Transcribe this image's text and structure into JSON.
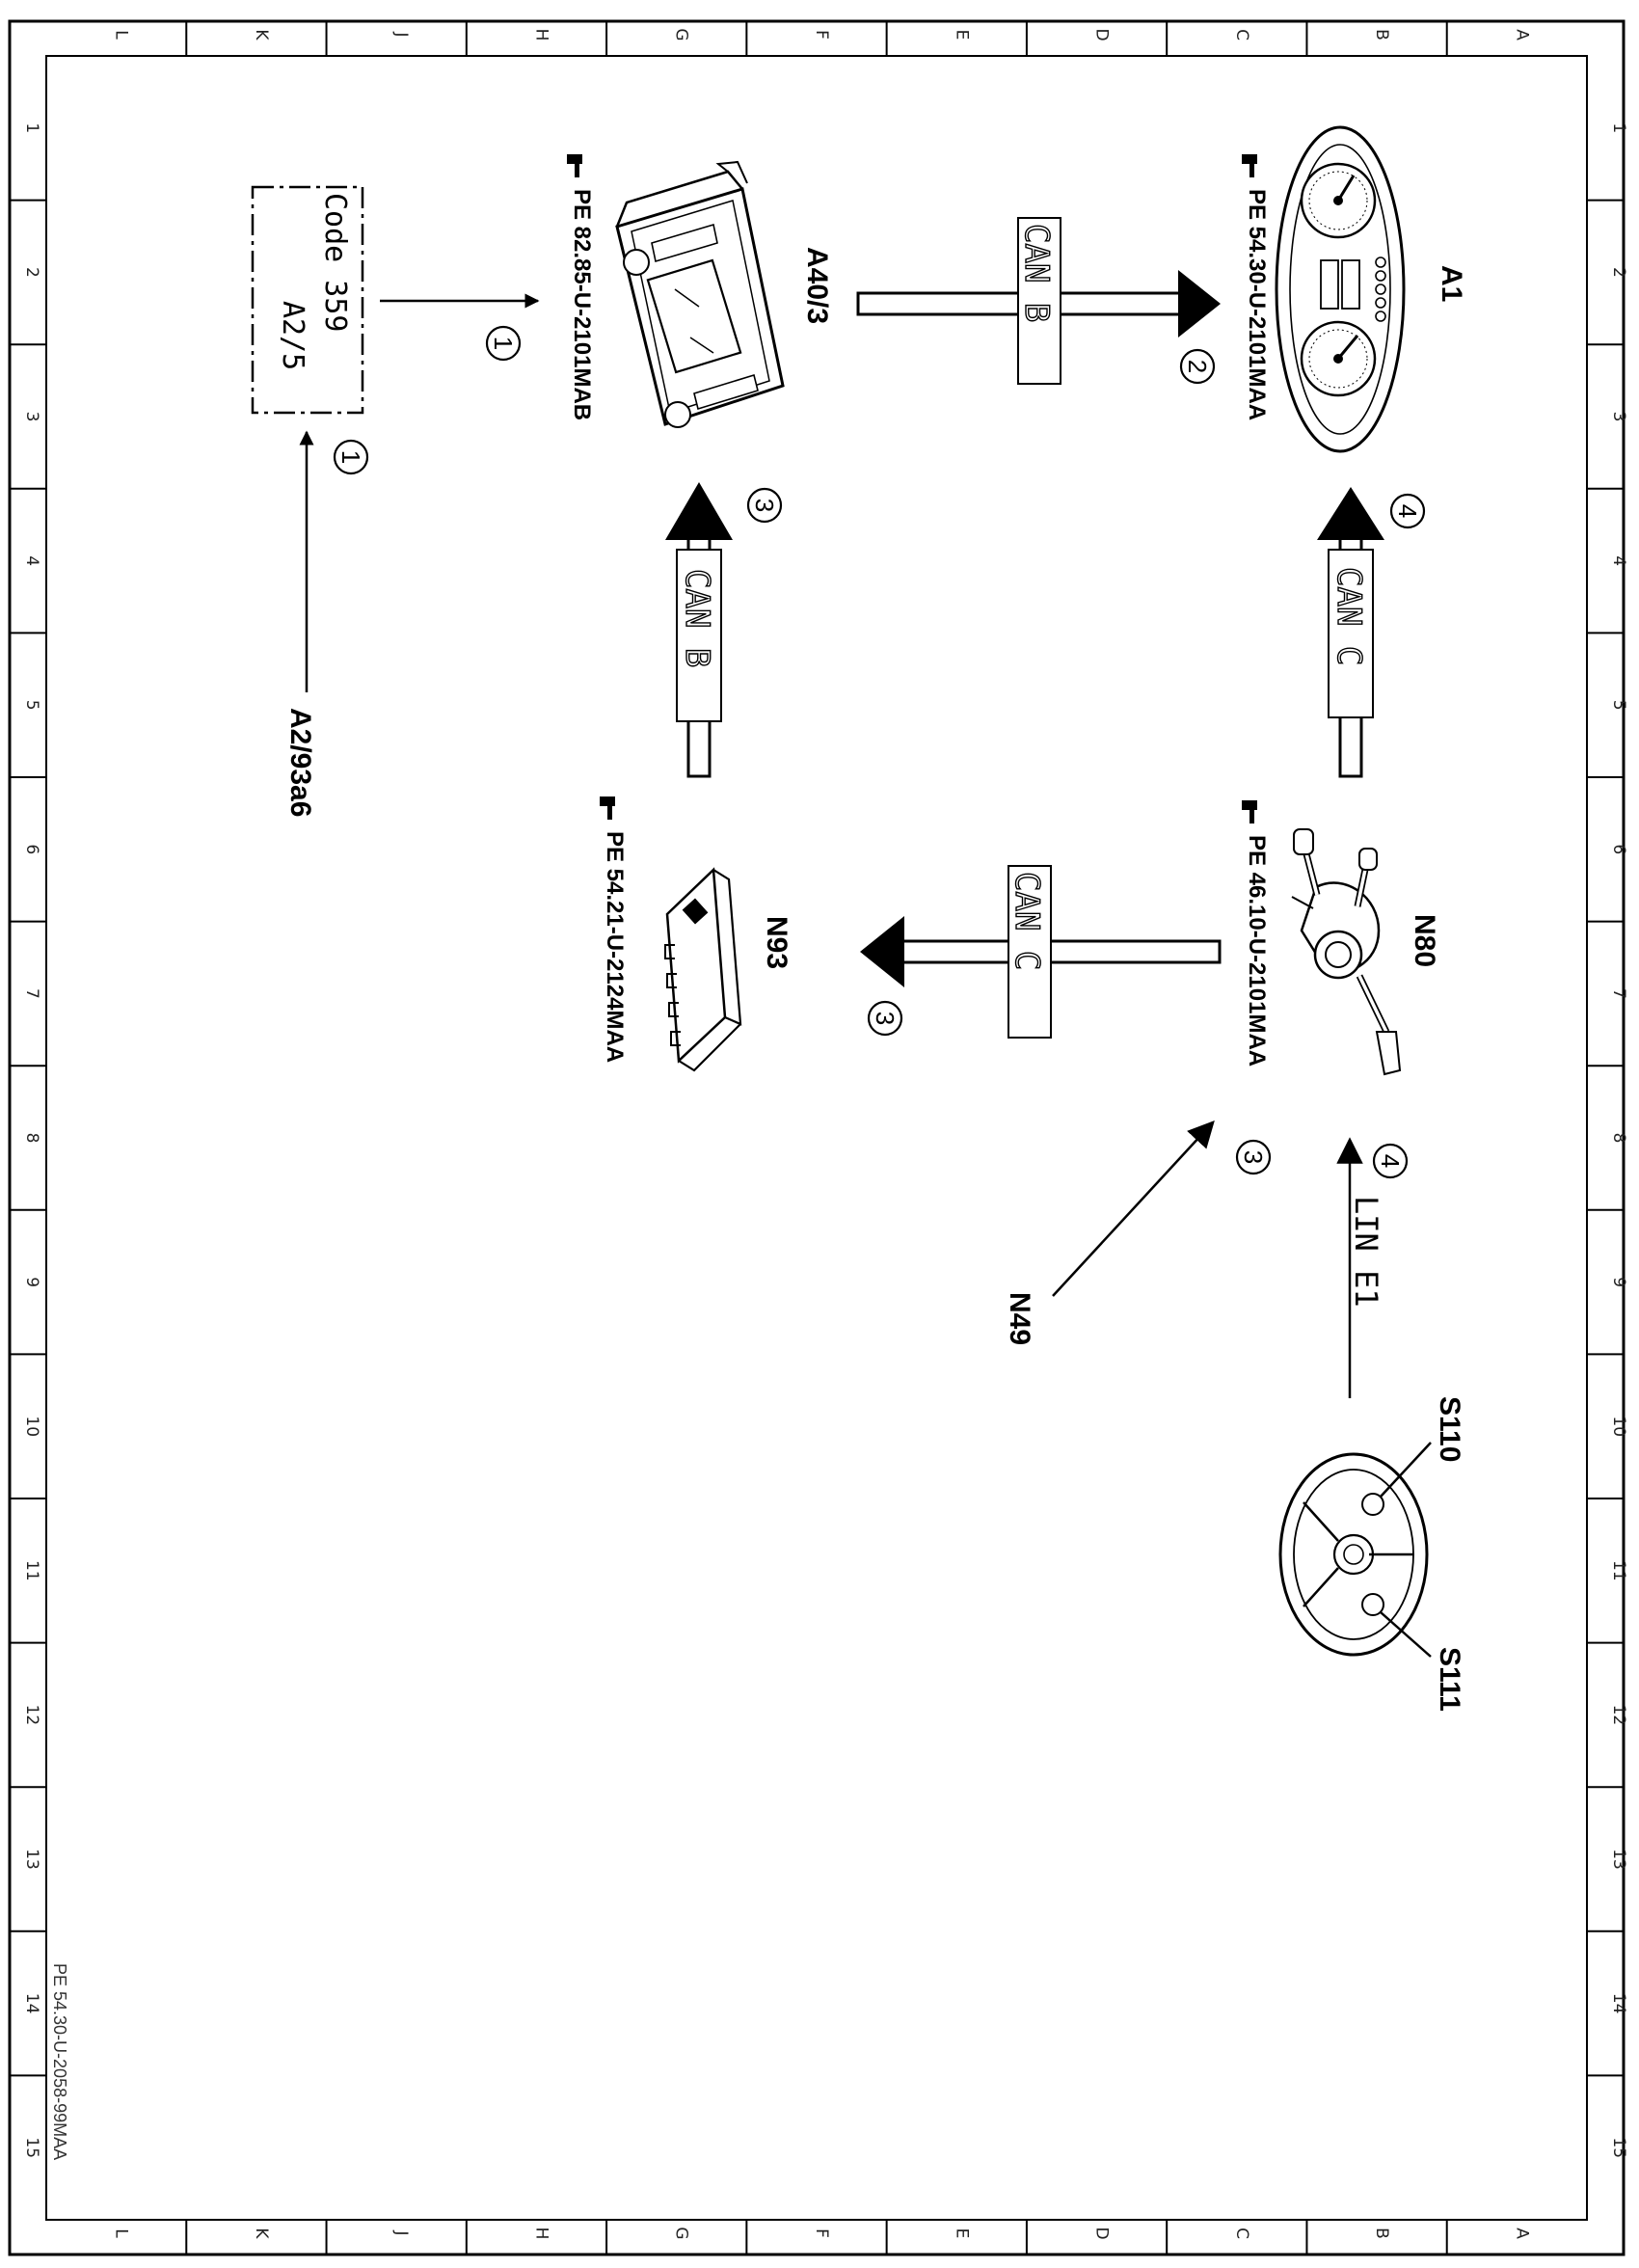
{
  "border": {
    "row_letters": [
      "L",
      "K",
      "J",
      "H",
      "G",
      "F",
      "E",
      "D",
      "C",
      "B",
      "A"
    ],
    "col_numbers": [
      "1",
      "2",
      "3",
      "4",
      "5",
      "6",
      "7",
      "8",
      "9",
      "10",
      "11",
      "12",
      "13",
      "14",
      "15"
    ]
  },
  "components": {
    "a1": {
      "label": "A1",
      "ref": "PE 54.30-U-2101MAA"
    },
    "a40_3": {
      "label": "A40/3",
      "ref": "PE 82.85-U-2101MAB"
    },
    "n80": {
      "label": "N80",
      "ref": "PE 46.10-U-2101MAA"
    },
    "n93": {
      "label": "N93",
      "ref": "PE 54.21-U-2124MAA"
    },
    "code_box": {
      "line1": "Code 359",
      "line2": "A2/5"
    },
    "a2_93a6": {
      "label": "A2/93a6"
    },
    "n49": {
      "label": "N49"
    },
    "s110": {
      "label": "S110"
    },
    "s111": {
      "label": "S111"
    }
  },
  "buses": {
    "can_b_top": "CAN B",
    "can_b_left": "CAN B",
    "can_c_right": "CAN C",
    "can_c_mid": "CAN C",
    "lin_e1": "LIN E1"
  },
  "steps": {
    "step_1a": "1",
    "step_1b": "1",
    "step_2": "2",
    "step_3a": "3",
    "step_3b": "3",
    "step_3c": "3",
    "step_4a": "4",
    "step_4b": "4"
  },
  "document_id": "PE 54.30-U-2058-99MAA"
}
